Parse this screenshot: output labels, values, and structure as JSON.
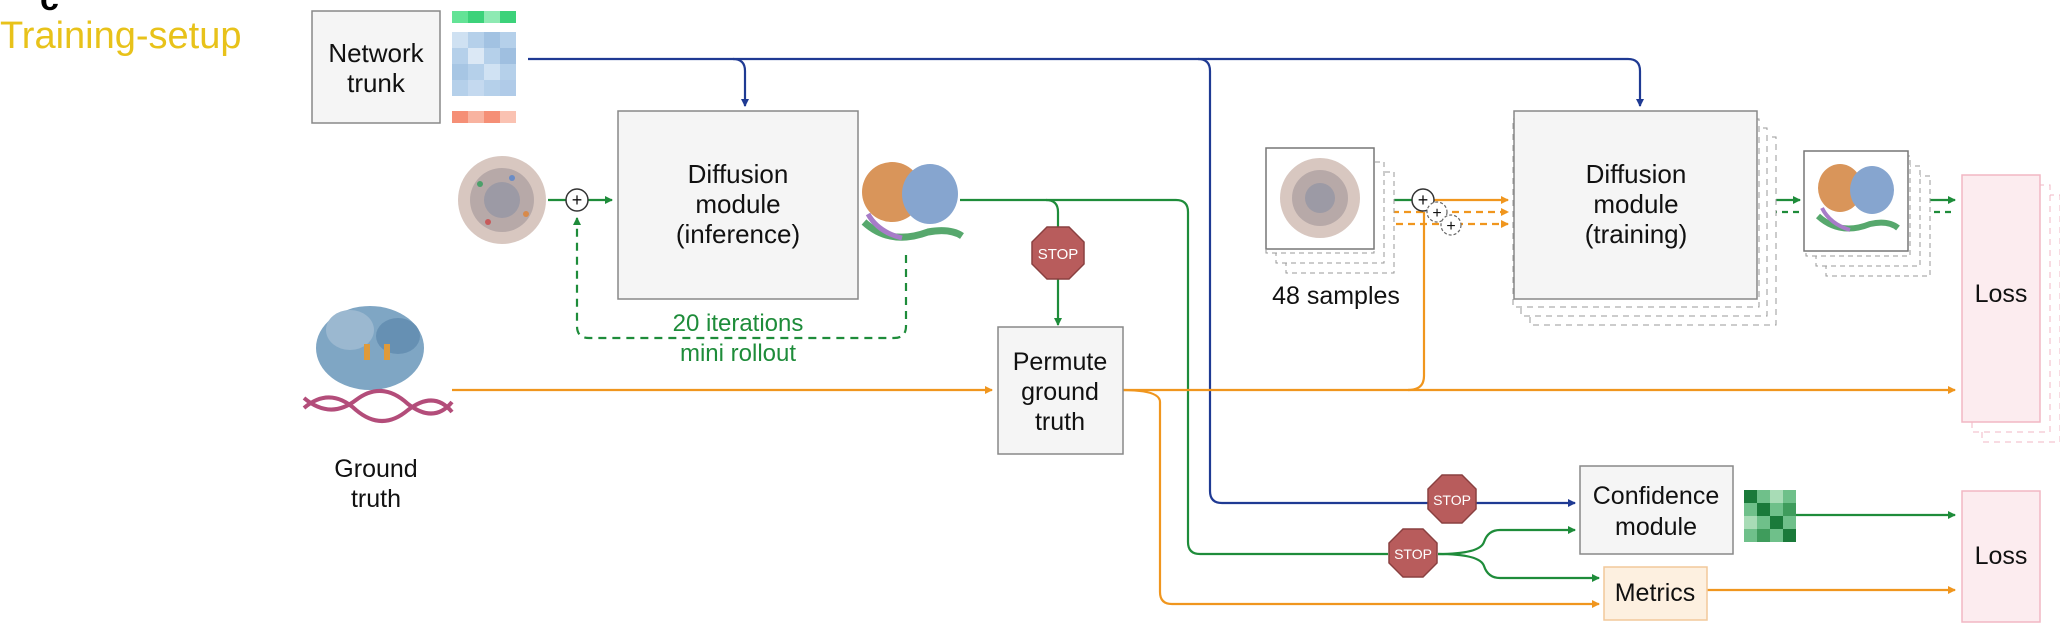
{
  "panel": {
    "letter": "c",
    "title": "Training-setup"
  },
  "network_trunk": {
    "label_line1": "Network",
    "label_line2": "trunk"
  },
  "diffusion_inference": {
    "line1": "Diffusion",
    "line2": "module",
    "line3": "(inference)"
  },
  "diffusion_training": {
    "line1": "Diffusion",
    "line2": "module",
    "line3": "(training)"
  },
  "rollout": {
    "line1": "20 iterations",
    "line2": "mini rollout"
  },
  "samples": {
    "label": "48 samples"
  },
  "ground_truth": {
    "line1": "Ground",
    "line2": "truth"
  },
  "permute": {
    "line1": "Permute",
    "line2": "ground",
    "line3": "truth"
  },
  "confidence": {
    "line1": "Confidence",
    "line2": "module"
  },
  "metrics": {
    "label": "Metrics"
  },
  "loss_top": {
    "label": "Loss"
  },
  "loss_bottom": {
    "label": "Loss"
  },
  "stop_signs": {
    "stop1": "STOP",
    "stop2": "STOP",
    "stop3": "STOP"
  },
  "plus_signs": {
    "p1": "+",
    "p2": "+",
    "p3": "+",
    "p4": "+"
  },
  "colors": {
    "blue": "#1f3a93",
    "green": "#1e8c3a",
    "orange": "#f0961e",
    "stop_red": "#b85c5c",
    "title_yellow": "#e8c21a",
    "loss_pink": "#fcecef"
  }
}
